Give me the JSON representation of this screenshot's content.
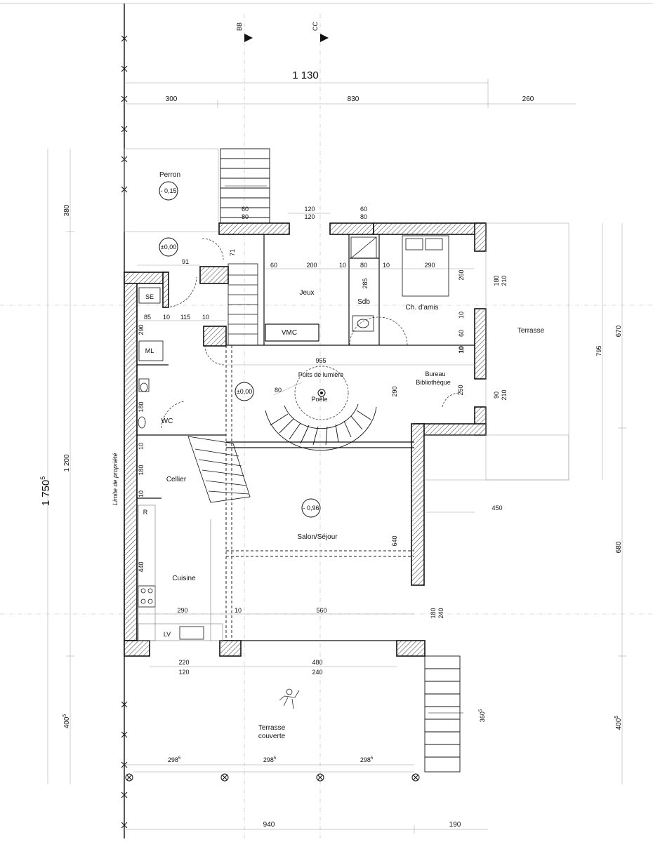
{
  "sections": {
    "bb": "BB",
    "cc": "CC"
  },
  "property_line": "Limite de propriété",
  "rooms": {
    "perron": "Perron",
    "jeux": "Jeux",
    "sdb": "Sdb",
    "ch_amis": "Ch. d'amis",
    "terrasse": "Terrasse",
    "vmc": "VMC",
    "puits": "Puits de lumière",
    "poele": "Poêle",
    "bureau_l1": "Bureau",
    "bureau_l2": "Bibliothèque",
    "wc": "WC",
    "cellier": "Cellier",
    "salon": "Salon/Séjour",
    "cuisine": "Cuisine",
    "terrasse_couverte_l1": "Terrasse",
    "terrasse_couverte_l2": "couverte",
    "se": "SE",
    "ml": "ML",
    "lv": "LV",
    "r": "R"
  },
  "levels": {
    "perron": "- 0,15",
    "entree": "±0,00",
    "hall": "±0,00",
    "salon": "- 0,96"
  },
  "top_dims": {
    "total": "1 130",
    "d300": "300",
    "d830": "830",
    "d260": "260"
  },
  "left_dims": {
    "total": "1 750",
    "total_sup": "5",
    "d380": "380",
    "d1200": "1 200",
    "d400": "400",
    "d400_sup": "5"
  },
  "right_dims": {
    "d670": "670",
    "d680": "680",
    "d400": "400",
    "d400_sup": "5",
    "d795": "795"
  },
  "bottom_dims": {
    "d940": "940",
    "d190": "190",
    "b1": "298",
    "b2": "298",
    "b3": "298",
    "b_sup": "5",
    "s360": "360",
    "s360_sup": "5"
  },
  "openings": {
    "top_a1": "60",
    "top_a2": "80",
    "top_b1": "120",
    "top_b2": "120",
    "top_c1": "60",
    "top_c2": "80",
    "bot_a1": "220",
    "bot_a2": "120",
    "bot_b1": "480",
    "bot_b2": "240",
    "r_a1": "180",
    "r_a2": "210",
    "r_b1": "90",
    "r_b2": "210",
    "r_c1": "180",
    "r_c2": "240"
  },
  "inner_dims": {
    "d71": "71",
    "d91": "91",
    "d60": "60",
    "d200": "200",
    "d10a": "10",
    "d80": "80",
    "d10b": "10",
    "d290a": "290",
    "d285": "285",
    "d260": "260",
    "d10c": "10",
    "d60b": "60",
    "d10d": "10",
    "d85": "85",
    "d10e": "10",
    "d115": "115",
    "d10f": "10",
    "d290b": "290",
    "d955": "955",
    "d80b": "80",
    "d290c": "290",
    "d250": "250",
    "d10g": "10",
    "d180a": "180",
    "d10h": "10",
    "d180b": "180",
    "d10i": "10",
    "d450": "450",
    "d640": "640",
    "d440": "440",
    "d290d": "290",
    "d10j": "10",
    "d560": "560"
  }
}
